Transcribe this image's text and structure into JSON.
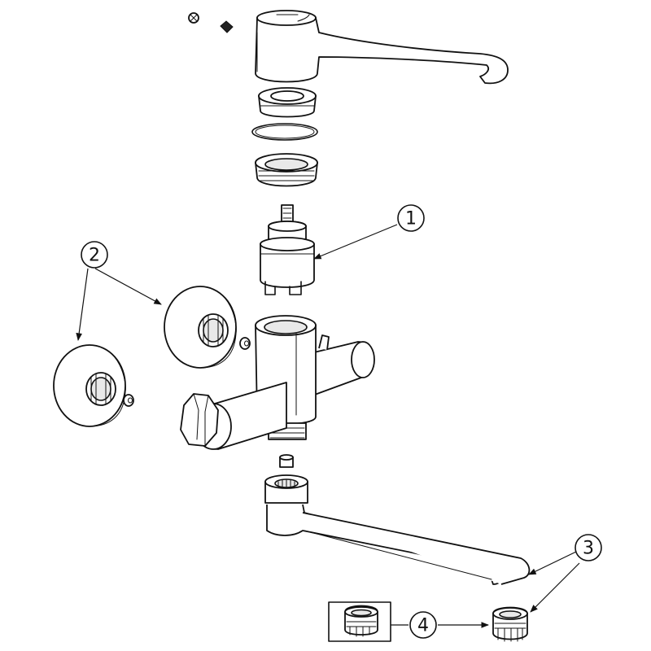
{
  "callouts": {
    "c1": {
      "label": "1"
    },
    "c2": {
      "label": "2"
    },
    "c3": {
      "label": "3"
    },
    "c4": {
      "label": "4"
    }
  }
}
